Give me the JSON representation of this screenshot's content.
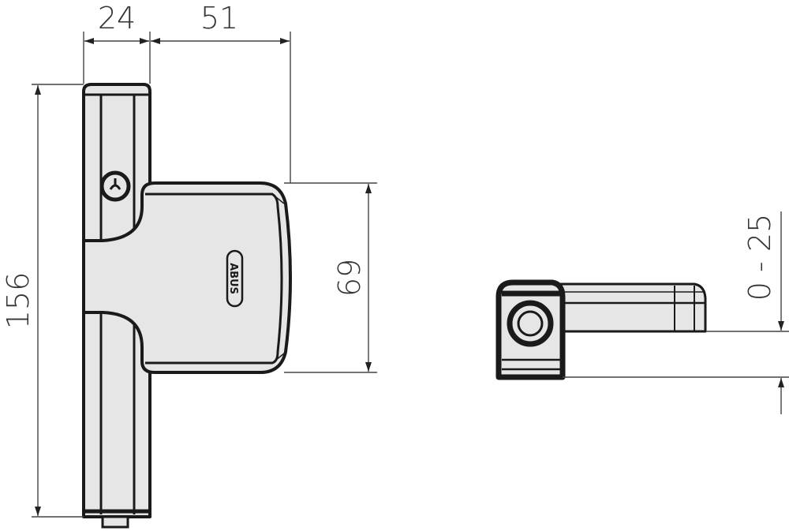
{
  "dimensions": {
    "width_bar": "24",
    "width_plate": "51",
    "height_total": "156",
    "height_plate": "69",
    "adjust_range": "0 - 25"
  },
  "logo_text": "ABUS",
  "colors": {
    "part_fill": "#e6e6e6",
    "outline": "#1a1a1a",
    "dimension": "#444444"
  }
}
